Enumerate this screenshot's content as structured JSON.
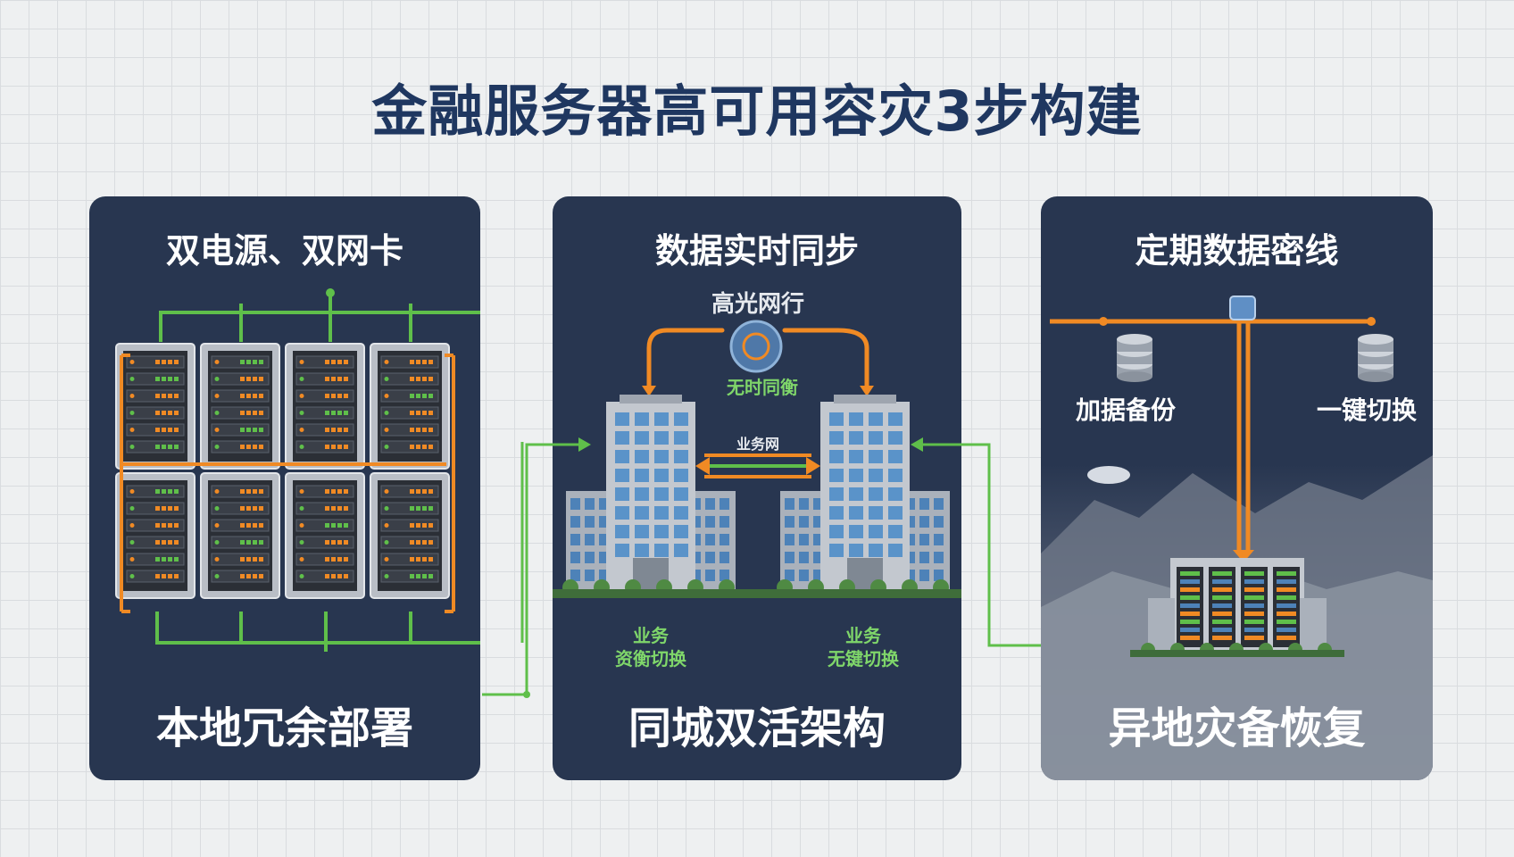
{
  "title": "金融服务器高可用容灾3步构建",
  "panels": [
    {
      "subtitle": "双电源、双网卡",
      "footer": "本地冗余部署"
    },
    {
      "subtitle": "数据实时同步",
      "top_label": "高光网行",
      "hub_label": "无时同衡",
      "link_label": "业务网",
      "left_note_1": "业务",
      "left_note_2": "资衡切换",
      "right_note_1": "业务",
      "right_note_2": "无键切换",
      "footer": "同城双活架构"
    },
    {
      "subtitle": "定期数据密线",
      "db_left_label": "加据备份",
      "db_right_label": "一键切换",
      "footer": "异地灾备恢复"
    }
  ],
  "colors": {
    "panel": "#283650",
    "title": "#1f3760",
    "orange": "#f08a24",
    "green": "#5fbf4a",
    "note_green": "#7fd66a"
  }
}
